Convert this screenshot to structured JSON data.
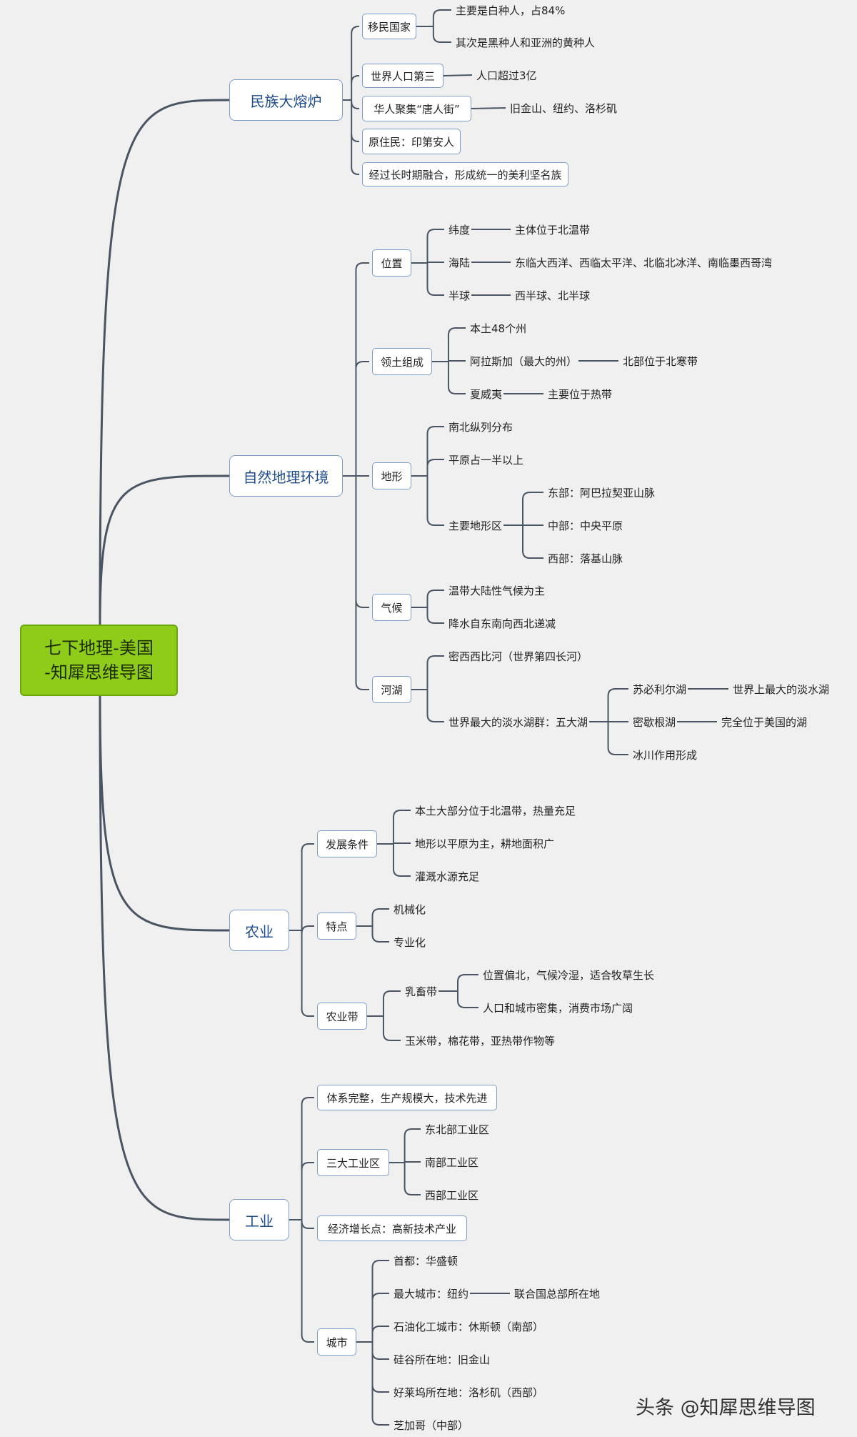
{
  "title": "七下地理-美国",
  "subtitle": "-知犀思维导图",
  "watermark": "头条 @知犀思维导图",
  "colors": {
    "line": "#4a5563",
    "root_fill": "#8fcc1a",
    "box_border": "#7e9ec9",
    "branch_text": "#1f4d8c"
  },
  "tree": {
    "text": "七下地理-美国\n-知犀思维导图",
    "children": [
      {
        "text": "民族大熔炉",
        "children": [
          {
            "text": "移民国家",
            "children": [
              {
                "text": "主要是白种人，占84%"
              },
              {
                "text": "其次是黑种人和亚洲的黄种人"
              }
            ]
          },
          {
            "text": "世界人口第三",
            "children": [
              {
                "text": "人口超过3亿"
              }
            ]
          },
          {
            "text": "华人聚集“唐人街”",
            "children": [
              {
                "text": "旧金山、纽约、洛杉矶"
              }
            ]
          },
          {
            "text": "原住民：印第安人"
          },
          {
            "text": "经过长时期融合，形成统一的美利坚名族"
          }
        ]
      },
      {
        "text": "自然地理环境",
        "children": [
          {
            "text": "位置",
            "children": [
              {
                "text": "纬度",
                "children": [
                  {
                    "text": "主体位于北温带"
                  }
                ]
              },
              {
                "text": "海陆",
                "children": [
                  {
                    "text": "东临大西洋、西临太平洋、北临北冰洋、南临墨西哥湾"
                  }
                ]
              },
              {
                "text": "半球",
                "children": [
                  {
                    "text": "西半球、北半球"
                  }
                ]
              }
            ]
          },
          {
            "text": "领土组成",
            "children": [
              {
                "text": "本土48个州"
              },
              {
                "text": "阿拉斯加（最大的州）",
                "children": [
                  {
                    "text": "北部位于北寒带"
                  }
                ]
              },
              {
                "text": "夏威夷",
                "children": [
                  {
                    "text": "主要位于热带"
                  }
                ]
              }
            ]
          },
          {
            "text": "地形",
            "children": [
              {
                "text": "南北纵列分布"
              },
              {
                "text": "平原占一半以上"
              },
              {
                "text": "主要地形区",
                "children": [
                  {
                    "text": "东部：阿巴拉契亚山脉"
                  },
                  {
                    "text": "中部：中央平原"
                  },
                  {
                    "text": "西部：落基山脉"
                  }
                ]
              }
            ]
          },
          {
            "text": "气候",
            "children": [
              {
                "text": "温带大陆性气候为主"
              },
              {
                "text": "降水自东南向西北递减"
              }
            ]
          },
          {
            "text": "河湖",
            "children": [
              {
                "text": "密西西比河（世界第四长河）"
              },
              {
                "text": "世界最大的淡水湖群：五大湖",
                "children": [
                  {
                    "text": "苏必利尔湖",
                    "children": [
                      {
                        "text": "世界上最大的淡水湖"
                      }
                    ]
                  },
                  {
                    "text": "密歇根湖",
                    "children": [
                      {
                        "text": "完全位于美国的湖"
                      }
                    ]
                  },
                  {
                    "text": "冰川作用形成"
                  }
                ]
              }
            ]
          }
        ]
      },
      {
        "text": "农业",
        "children": [
          {
            "text": "发展条件",
            "children": [
              {
                "text": "本土大部分位于北温带，热量充足"
              },
              {
                "text": "地形以平原为主，耕地面积广"
              },
              {
                "text": "灌溉水源充足"
              }
            ]
          },
          {
            "text": "特点",
            "children": [
              {
                "text": "机械化"
              },
              {
                "text": "专业化"
              }
            ]
          },
          {
            "text": "农业带",
            "children": [
              {
                "text": "乳畜带",
                "children": [
                  {
                    "text": "位置偏北，气候冷湿，适合牧草生长"
                  },
                  {
                    "text": "人口和城市密集，消费市场广阔"
                  }
                ]
              },
              {
                "text": "玉米带，棉花带，亚热带作物等"
              }
            ]
          }
        ]
      },
      {
        "text": "工业",
        "children": [
          {
            "text": "体系完整，生产规模大，技术先进"
          },
          {
            "text": "三大工业区",
            "children": [
              {
                "text": "东北部工业区"
              },
              {
                "text": "南部工业区"
              },
              {
                "text": "西部工业区"
              }
            ]
          },
          {
            "text": "经济增长点：高新技术产业"
          },
          {
            "text": "城市",
            "children": [
              {
                "text": "首都：华盛顿"
              },
              {
                "text": "最大城市：纽约",
                "children": [
                  {
                    "text": "联合国总部所在地"
                  }
                ]
              },
              {
                "text": "石油化工城市：休斯顿（南部）"
              },
              {
                "text": "硅谷所在地：旧金山"
              },
              {
                "text": "好莱坞所在地：洛杉矶（西部）"
              },
              {
                "text": "芝加哥（中部）"
              }
            ]
          }
        ]
      }
    ]
  }
}
